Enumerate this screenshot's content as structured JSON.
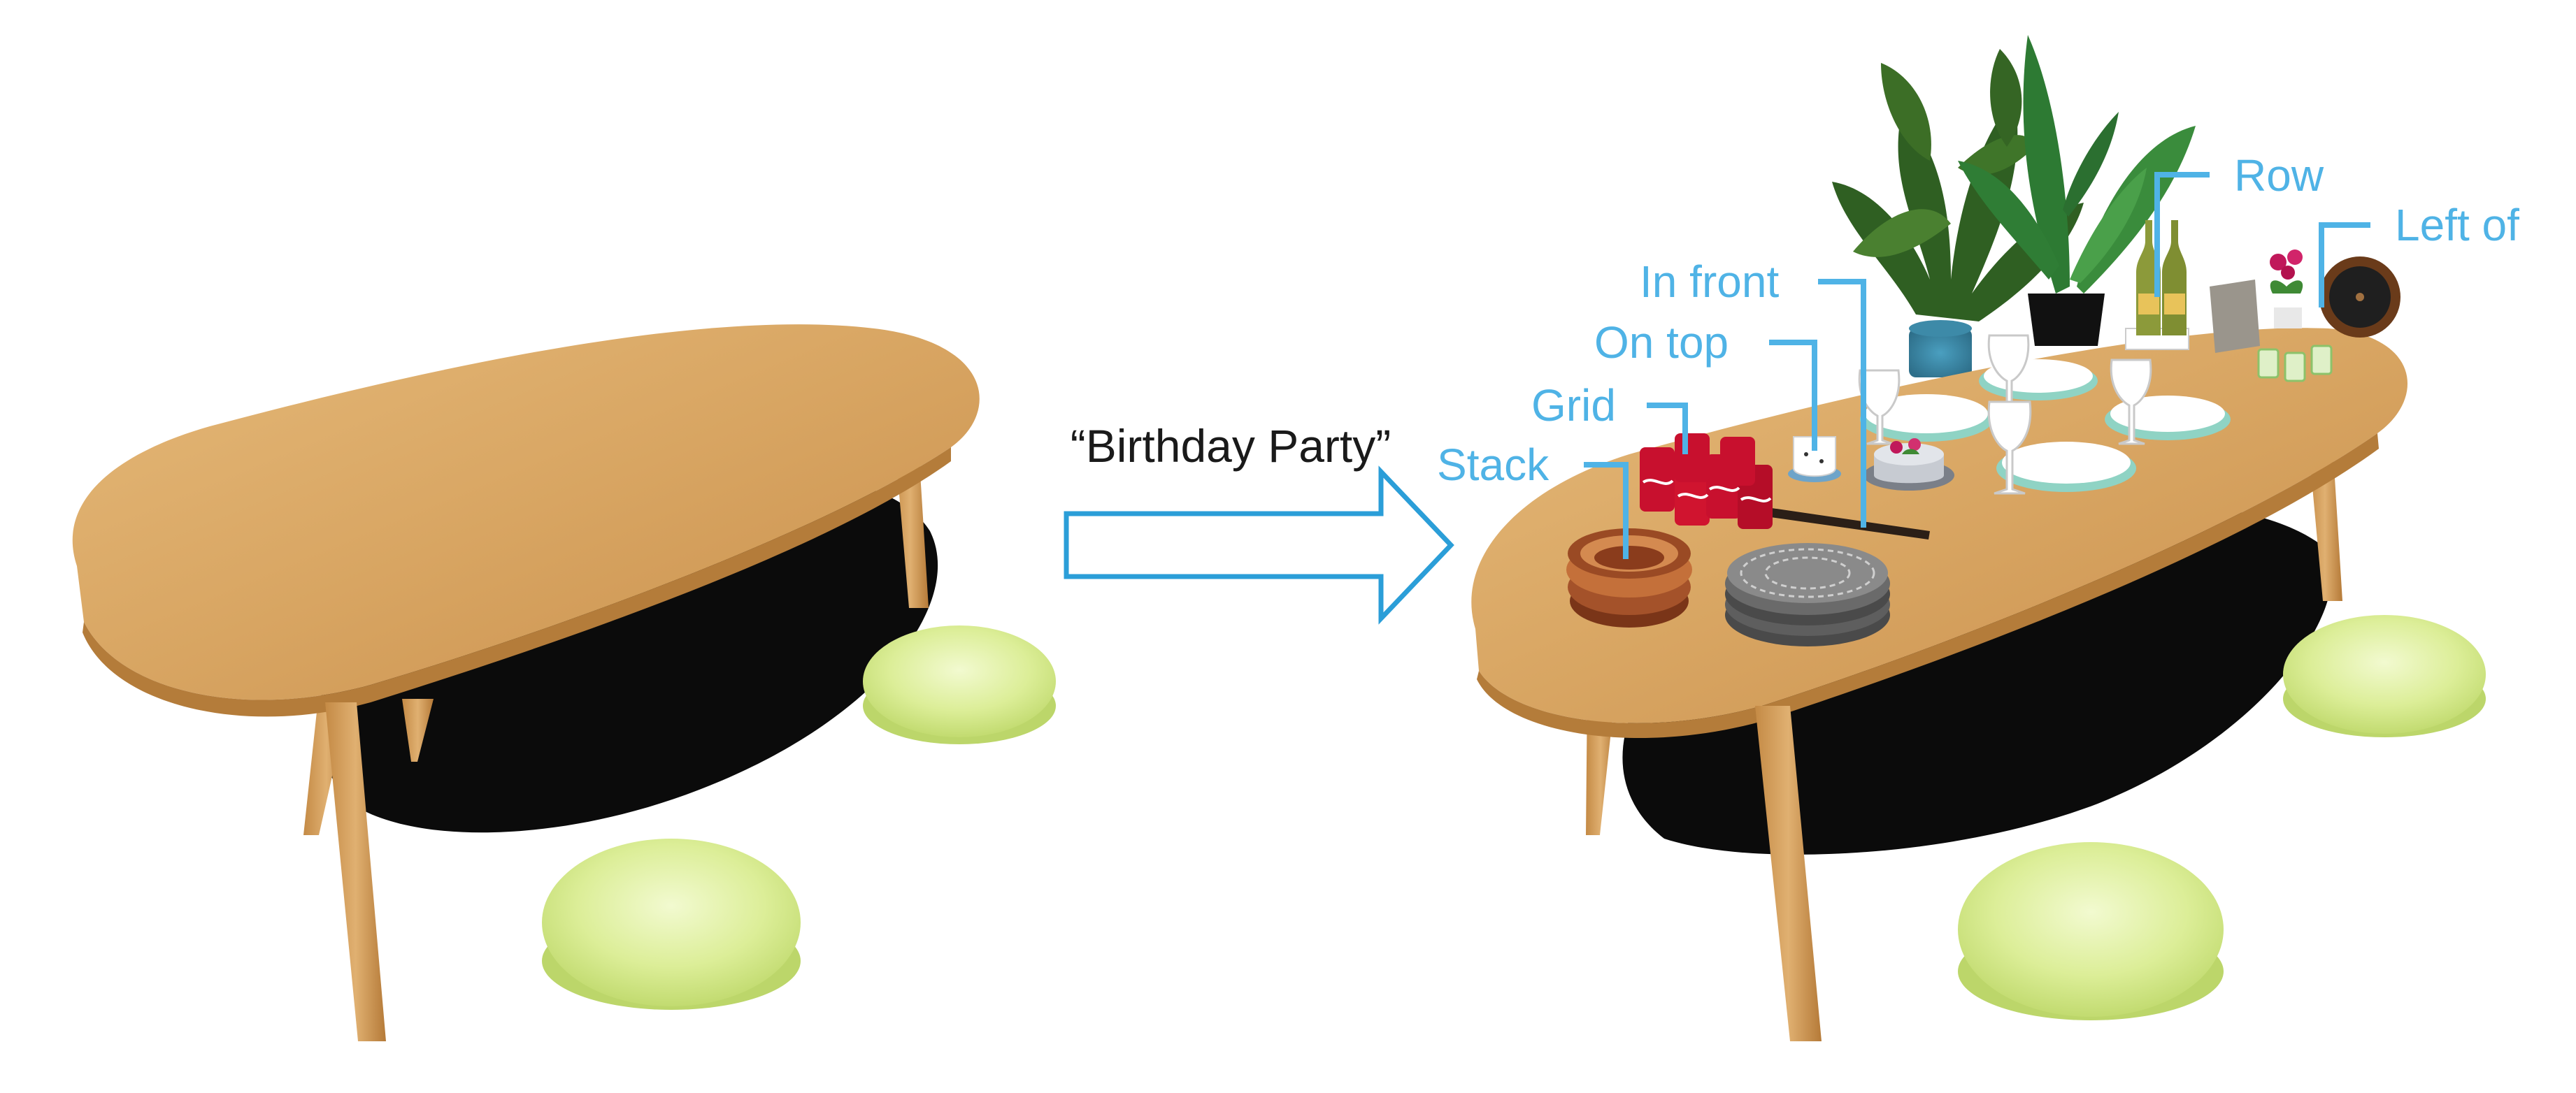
{
  "prompt": "“Birthday Party”",
  "annotations": {
    "stack": "Stack",
    "grid": "Grid",
    "on_top": "On top",
    "in_front": "In front",
    "row": "Row",
    "left_of": "Left of"
  },
  "colors": {
    "annotation": "#4fb3e6",
    "arrow": "#2b9ed8",
    "wood": "#d9a866",
    "cushion": "#d8ec90",
    "shadow": "#0a0a0a"
  }
}
